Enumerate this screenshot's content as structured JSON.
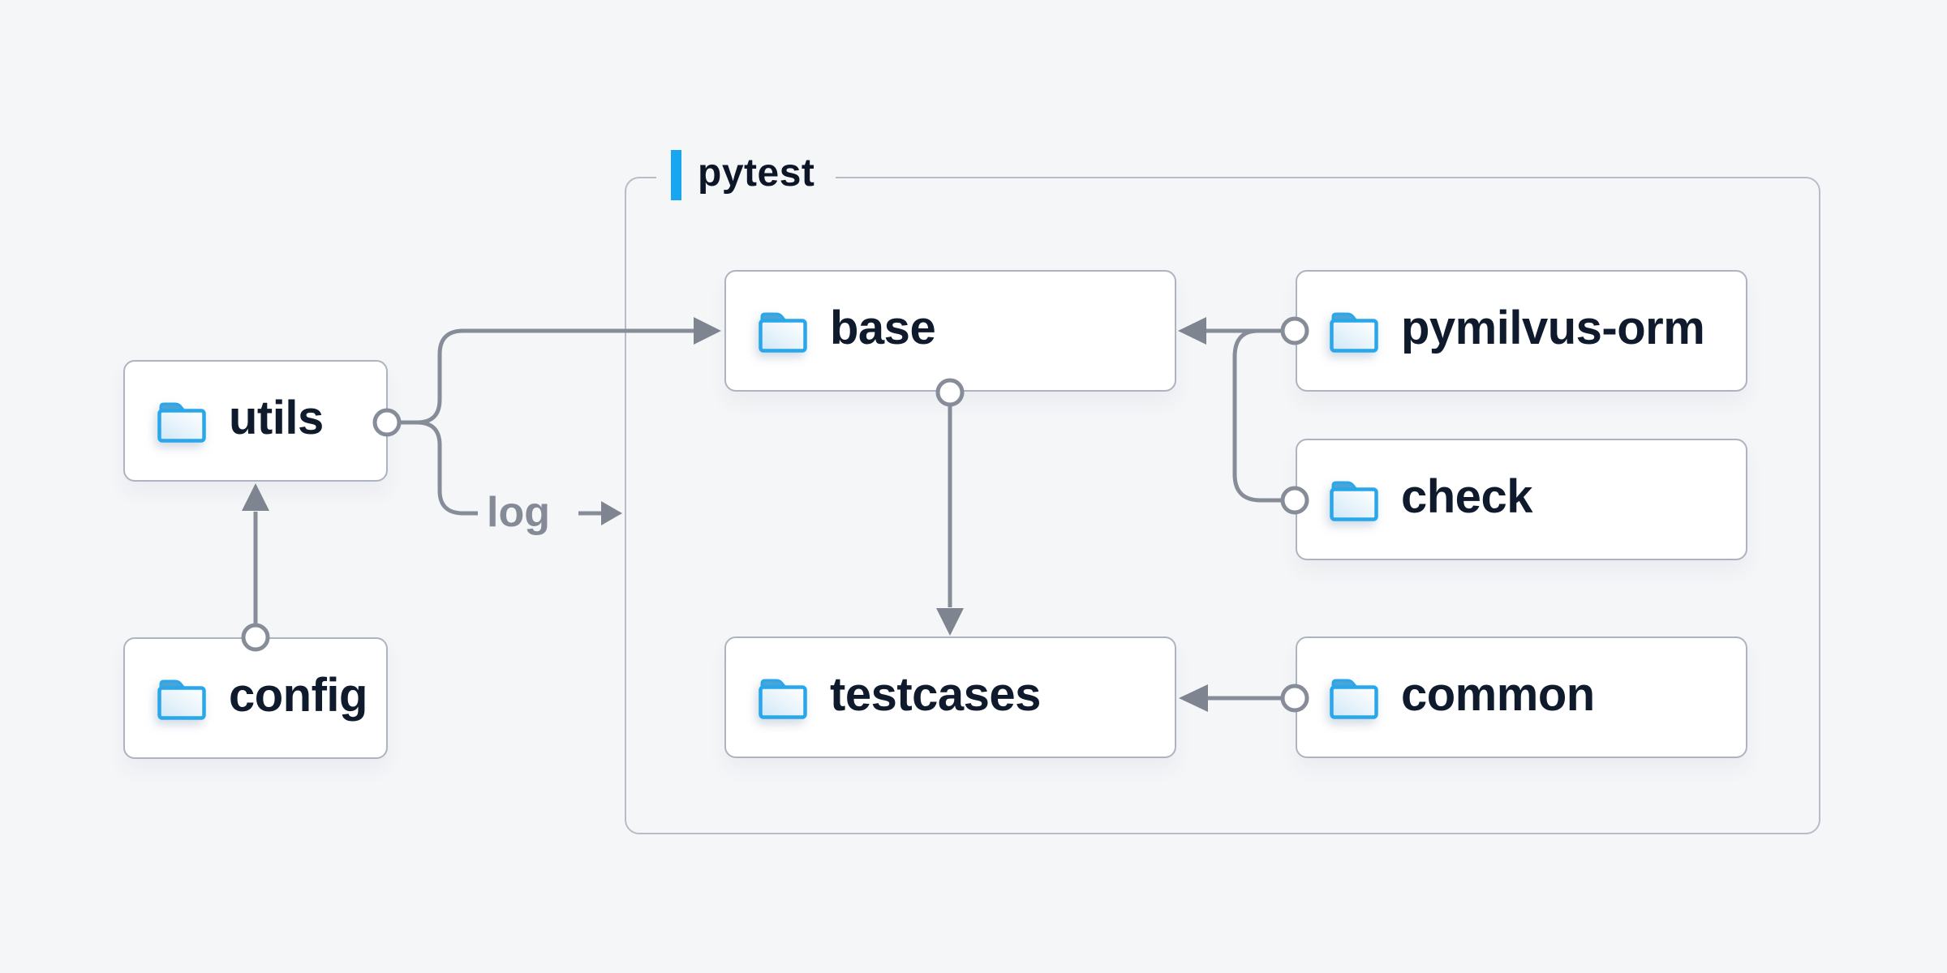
{
  "diagram": {
    "container": {
      "label": "pytest"
    },
    "nodes": {
      "utils": {
        "label": "utils"
      },
      "config": {
        "label": "config"
      },
      "base": {
        "label": "base"
      },
      "pymilvus-orm": {
        "label": "pymilvus-orm"
      },
      "check": {
        "label": "check"
      },
      "testcases": {
        "label": "testcases"
      },
      "common": {
        "label": "common"
      }
    },
    "edges": [
      {
        "from": "utils",
        "to": "base",
        "label": ""
      },
      {
        "from": "utils",
        "to": "pytest-container",
        "label": "log"
      },
      {
        "from": "config",
        "to": "utils",
        "label": ""
      },
      {
        "from": "base",
        "to": "testcases",
        "label": ""
      },
      {
        "from": "pymilvus-orm",
        "to": "base",
        "label": ""
      },
      {
        "from": "check",
        "to": "base",
        "label": ""
      },
      {
        "from": "common",
        "to": "testcases",
        "label": ""
      }
    ],
    "colors": {
      "background": "#f5f6f8",
      "accent_blue": "#18a6f0",
      "folder_border_blue": "#2aa7ea",
      "folder_tab_blue": "#4aa4d5",
      "text_navy": "#0f1b2d",
      "wire_gray": "#868c98",
      "log_label_gray": "#848a96",
      "node_border": "#aeb3c0",
      "container_border": "#b9bcc8"
    }
  }
}
